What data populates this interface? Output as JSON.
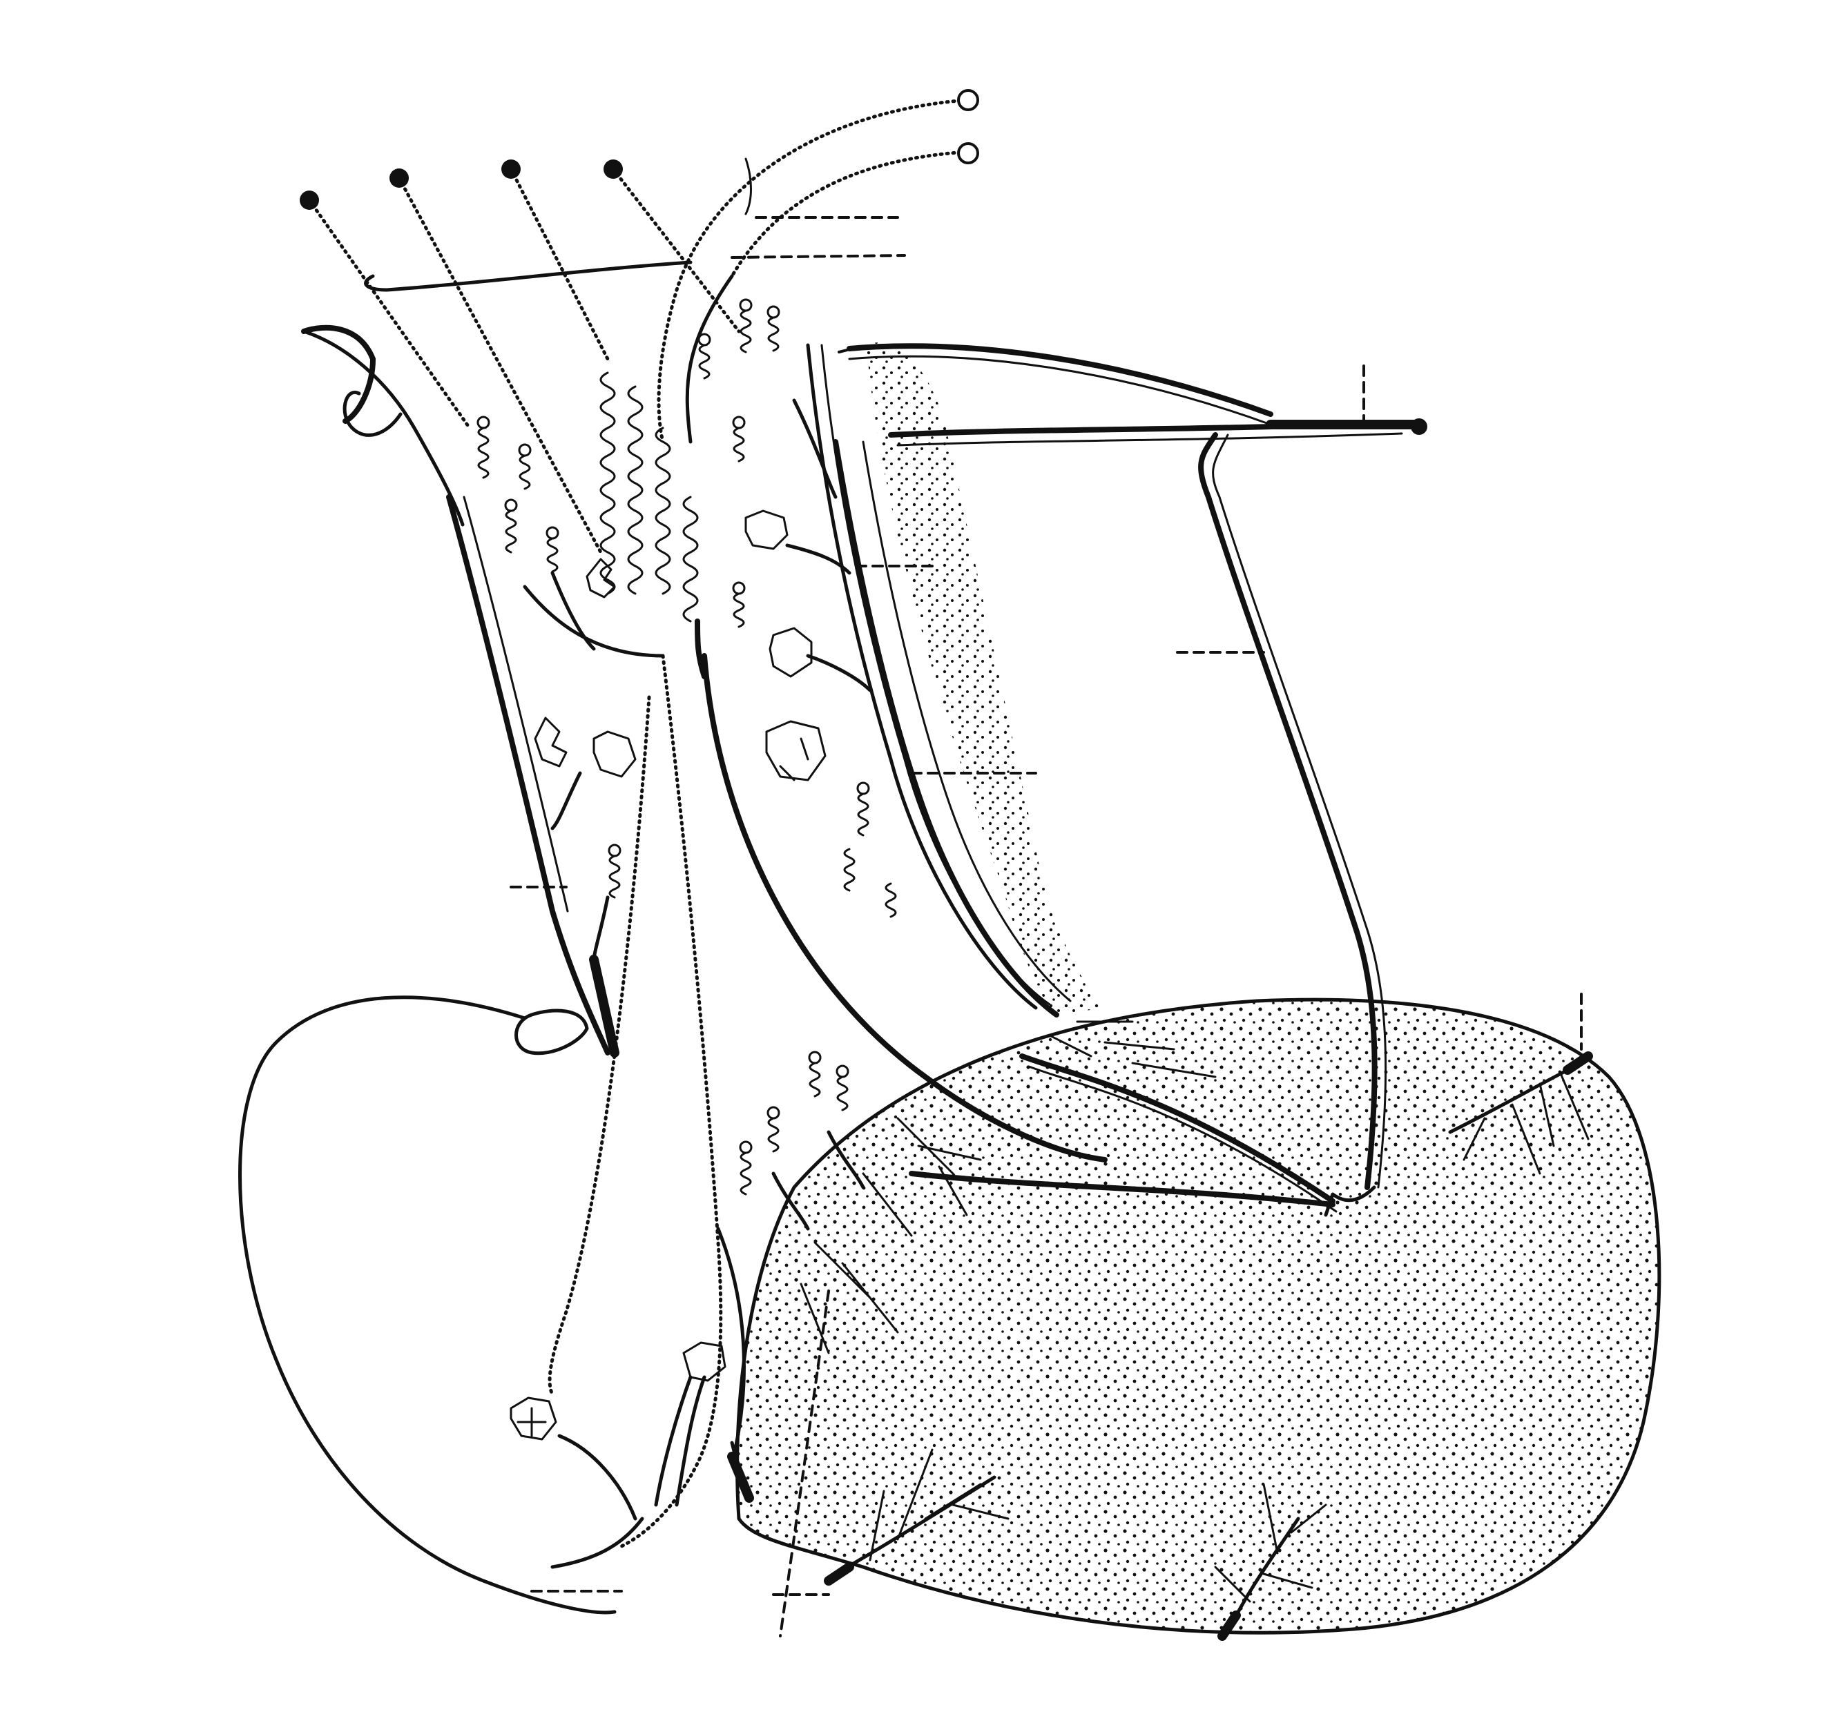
{
  "figure": {
    "title": "",
    "caption": "",
    "labels": []
  },
  "colors": {
    "ink": "#111111",
    "paper": "#ffffff"
  },
  "parts": {
    "pointer_pins": 6,
    "label_leaders": 12,
    "stippled_regions": 2
  }
}
